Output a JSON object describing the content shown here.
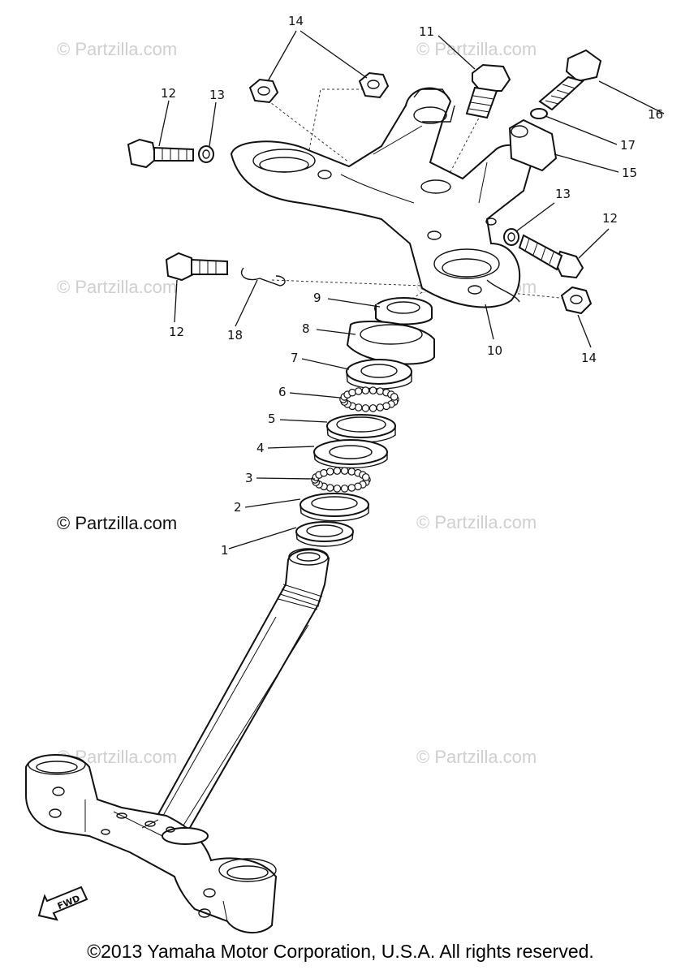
{
  "watermark": "© Partzilla.com",
  "watermark_prominent": "© Partzilla.com",
  "copyright": "©2013  Yamaha Motor Corporation, U.S.A. All rights reserved.",
  "fwd_label": "FWD",
  "callouts": {
    "c1": "1",
    "c2": "2",
    "c3": "3",
    "c4": "4",
    "c5": "5",
    "c6": "6",
    "c7": "7",
    "c8": "8",
    "c9": "9",
    "c10": "10",
    "c11": "11",
    "c12a": "12",
    "c12b": "12",
    "c12c": "12",
    "c13a": "13",
    "c13b": "13",
    "c14a": "14",
    "c14b": "14",
    "c15": "15",
    "c16": "16",
    "c17": "17",
    "c18": "18"
  }
}
